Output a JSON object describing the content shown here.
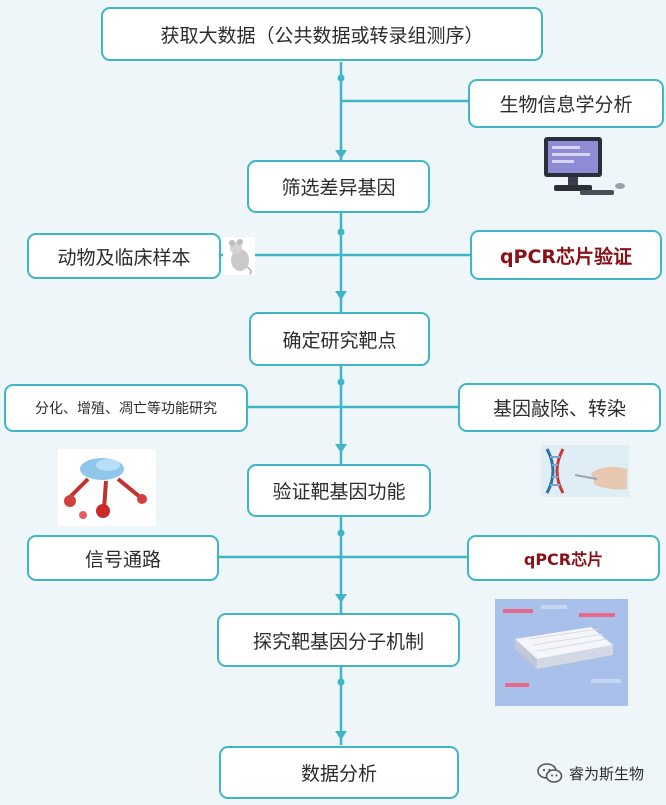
{
  "colors": {
    "accent": "#3fb5c6",
    "highlight": "#8b1016",
    "background": "#eef6fa"
  },
  "nodes": {
    "big_data": "获取大数据（公共数据或转录组测序）",
    "bioinfo": "生物信息学分析",
    "screen_genes": "筛选差异基因",
    "animal_samples": "动物及临床样本",
    "qpcr_validate": "qPCR芯片验证",
    "target": "确定研究靶点",
    "functional": "分化、增殖、凋亡等功能研究",
    "knockout": "基因敲除、转染",
    "verify_function": "验证靶基因功能",
    "signaling": "信号通路",
    "qpcr_chip": "qPCR芯片",
    "mechanism": "探究靶基因分子机制",
    "analysis": "数据分析"
  },
  "footer": {
    "brand": "睿为斯生物",
    "icon": "wechat-icon"
  },
  "images": [
    {
      "name": "computer-icon"
    },
    {
      "name": "mouse-icon"
    },
    {
      "name": "signaling-diagram-image"
    },
    {
      "name": "dna-helix-image"
    },
    {
      "name": "pcr-chip-image"
    }
  ]
}
